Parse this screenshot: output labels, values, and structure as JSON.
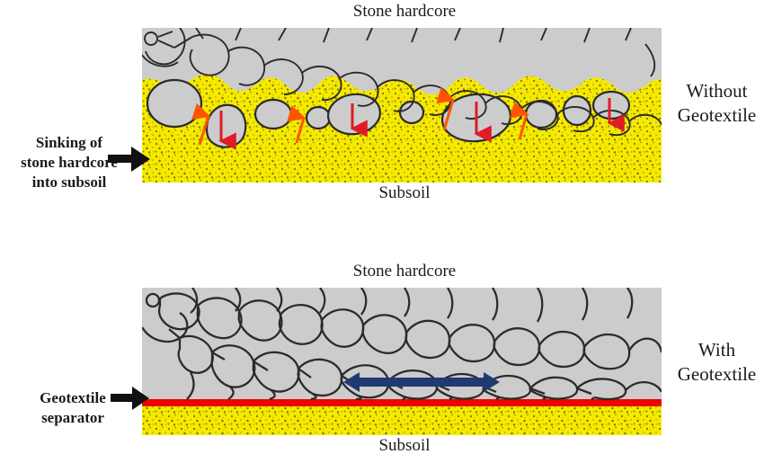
{
  "figure": {
    "kind": "cross-section-diagram",
    "caption_absent": true
  },
  "colors": {
    "stone_fill": "#cccccc",
    "stone_outline": "#2b2b2b",
    "subsoil_fill": "#f5ea00",
    "subsoil_speckle": "#6b5d0a",
    "geotextile_red": "#f00000",
    "arrow_blue": "#1f3a6e",
    "arrow_red_down": "#e01b24",
    "arrow_red_up": "#ff5500",
    "pointer_black": "#111111",
    "text": "#1b1b1b",
    "background": "#ffffff"
  },
  "panels": [
    {
      "id": "without-geotextile",
      "top_label": "Stone hardcore",
      "bottom_label": "Subsoil",
      "right_label": "Without\nGeotextile",
      "callout_label": "Sinking of\nstone hardcore\ninto subsoil",
      "has_geotextile": false,
      "arrow_count": 8,
      "arrow_meaning": "stones sinking down into subsoil / subsoil pumping up"
    },
    {
      "id": "with-geotextile",
      "top_label": "Stone hardcore",
      "bottom_label": "Subsoil",
      "right_label": "With\nGeotextile",
      "callout_label": "Geotextile\nseparator",
      "has_geotextile": true,
      "arrow_count": 2,
      "arrow_meaning": "lateral load spreading above separator"
    }
  ],
  "annotations": {
    "sinking_callout": "Sinking of\nstone hardcore\ninto subsoil",
    "separator_callout": "Geotextile\nseparator",
    "stone_hardcore_top": "Stone hardcore",
    "subsoil_bottom": "Subsoil",
    "without_geotextile": "Without\nGeotextile",
    "with_geotextile": "With\nGeotextile"
  }
}
